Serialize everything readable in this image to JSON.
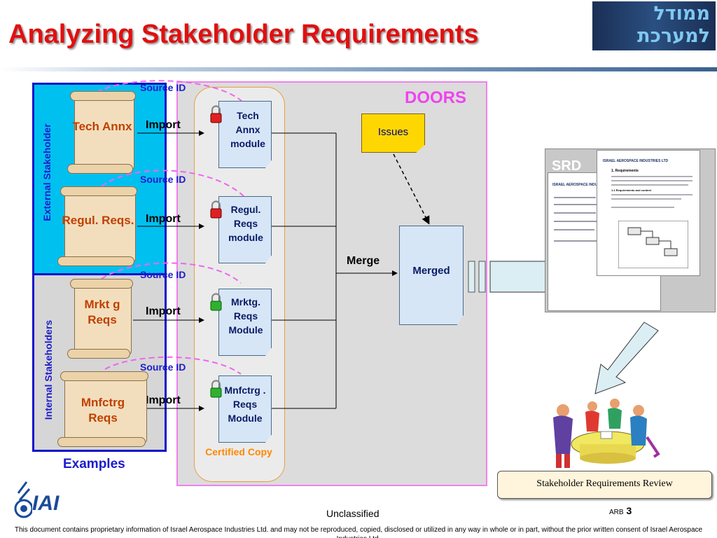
{
  "title": "Analyzing Stakeholder Requirements",
  "logo_text": {
    "line1": "ממודל",
    "line2": "למערכת"
  },
  "doors_label": "DOORS",
  "issues_label": "Issues",
  "merge_label": "Merge",
  "merged_label": "Merged",
  "srd_label": "SRD",
  "review_label": "Stakeholder Requirements Review",
  "examples_label": "Examples",
  "external_label": "External Stakeholder",
  "internal_label": "Internal Stakeholders",
  "certified_copy": "Certified Copy",
  "source_id": "Source ID",
  "import": "Import",
  "sources": [
    {
      "name": "Tech Annx",
      "module": "Tech Annx module",
      "lock": "red"
    },
    {
      "name": "Regul. Reqs.",
      "module": "Regul. Reqs module",
      "lock": "red"
    },
    {
      "name": "Mrkt g Reqs",
      "module": "Mrktg. Reqs Module",
      "lock": "green"
    },
    {
      "name": "Mnfctrg Reqs",
      "module": "Mnfctrg . Reqs Module",
      "lock": "green"
    }
  ],
  "footer": {
    "classification": "Unclassified",
    "page_prefix": "ARB",
    "page_number": "3",
    "logo": "IAI",
    "disclaimer": "This document contains proprietary information of Israel Aerospace Industries Ltd. and may not be reproduced, copied, disclosed or utilized in any way in whole or in part, without the prior written consent of Israel Aerospace Industries Ltd."
  },
  "srd_doc": {
    "logo": "ISRAEL AEROSPACE INDUSTRIES LTD",
    "heading": "1. Requirements",
    "sub": "1.1 Requirements and context"
  },
  "colors": {
    "title": "#e01010",
    "blue_label": "#1c1ccc",
    "doors_border": "#ee82ee",
    "scroll_text": "#c04000"
  }
}
